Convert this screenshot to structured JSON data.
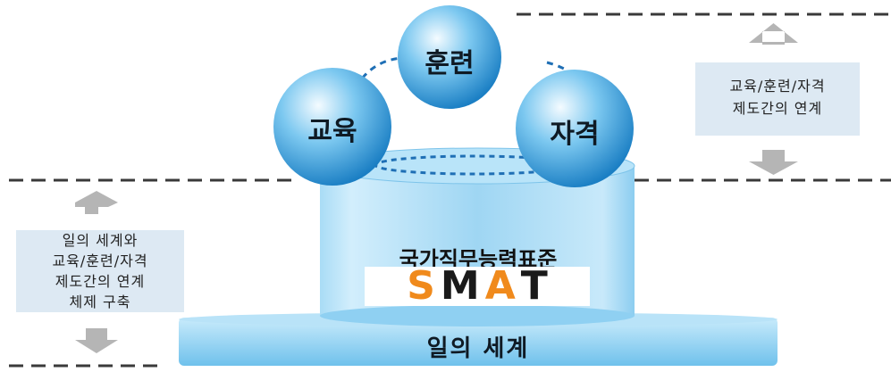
{
  "spheres": {
    "training": "훈련",
    "education": "교육",
    "qualification": "자격"
  },
  "cylinder": {
    "label": "국가직무능력표준"
  },
  "base": {
    "label": "일의 세계"
  },
  "right_box": {
    "line1": "교육/훈련/자격",
    "line2": "제도간의 연계"
  },
  "left_box": {
    "line1": "일의 세계와",
    "line2": "교육/훈련/자격",
    "line3": "제도간의 연계",
    "line4": "체제 구축"
  },
  "logo": {
    "letters": [
      "S",
      "M",
      "A",
      "T"
    ],
    "colors": [
      "#f08a1c",
      "#1a1a1a",
      "#f08a1c",
      "#1a1a1a"
    ]
  },
  "colors": {
    "sphere_light": "#e6f4fc",
    "sphere_mid": "#4fb0e6",
    "sphere_dark": "#1b7fc4",
    "cylinder": "#8fd0f2",
    "base": "#7cc8ef",
    "arrow": "#b5b5b5",
    "dash": "#3a3a3a"
  }
}
